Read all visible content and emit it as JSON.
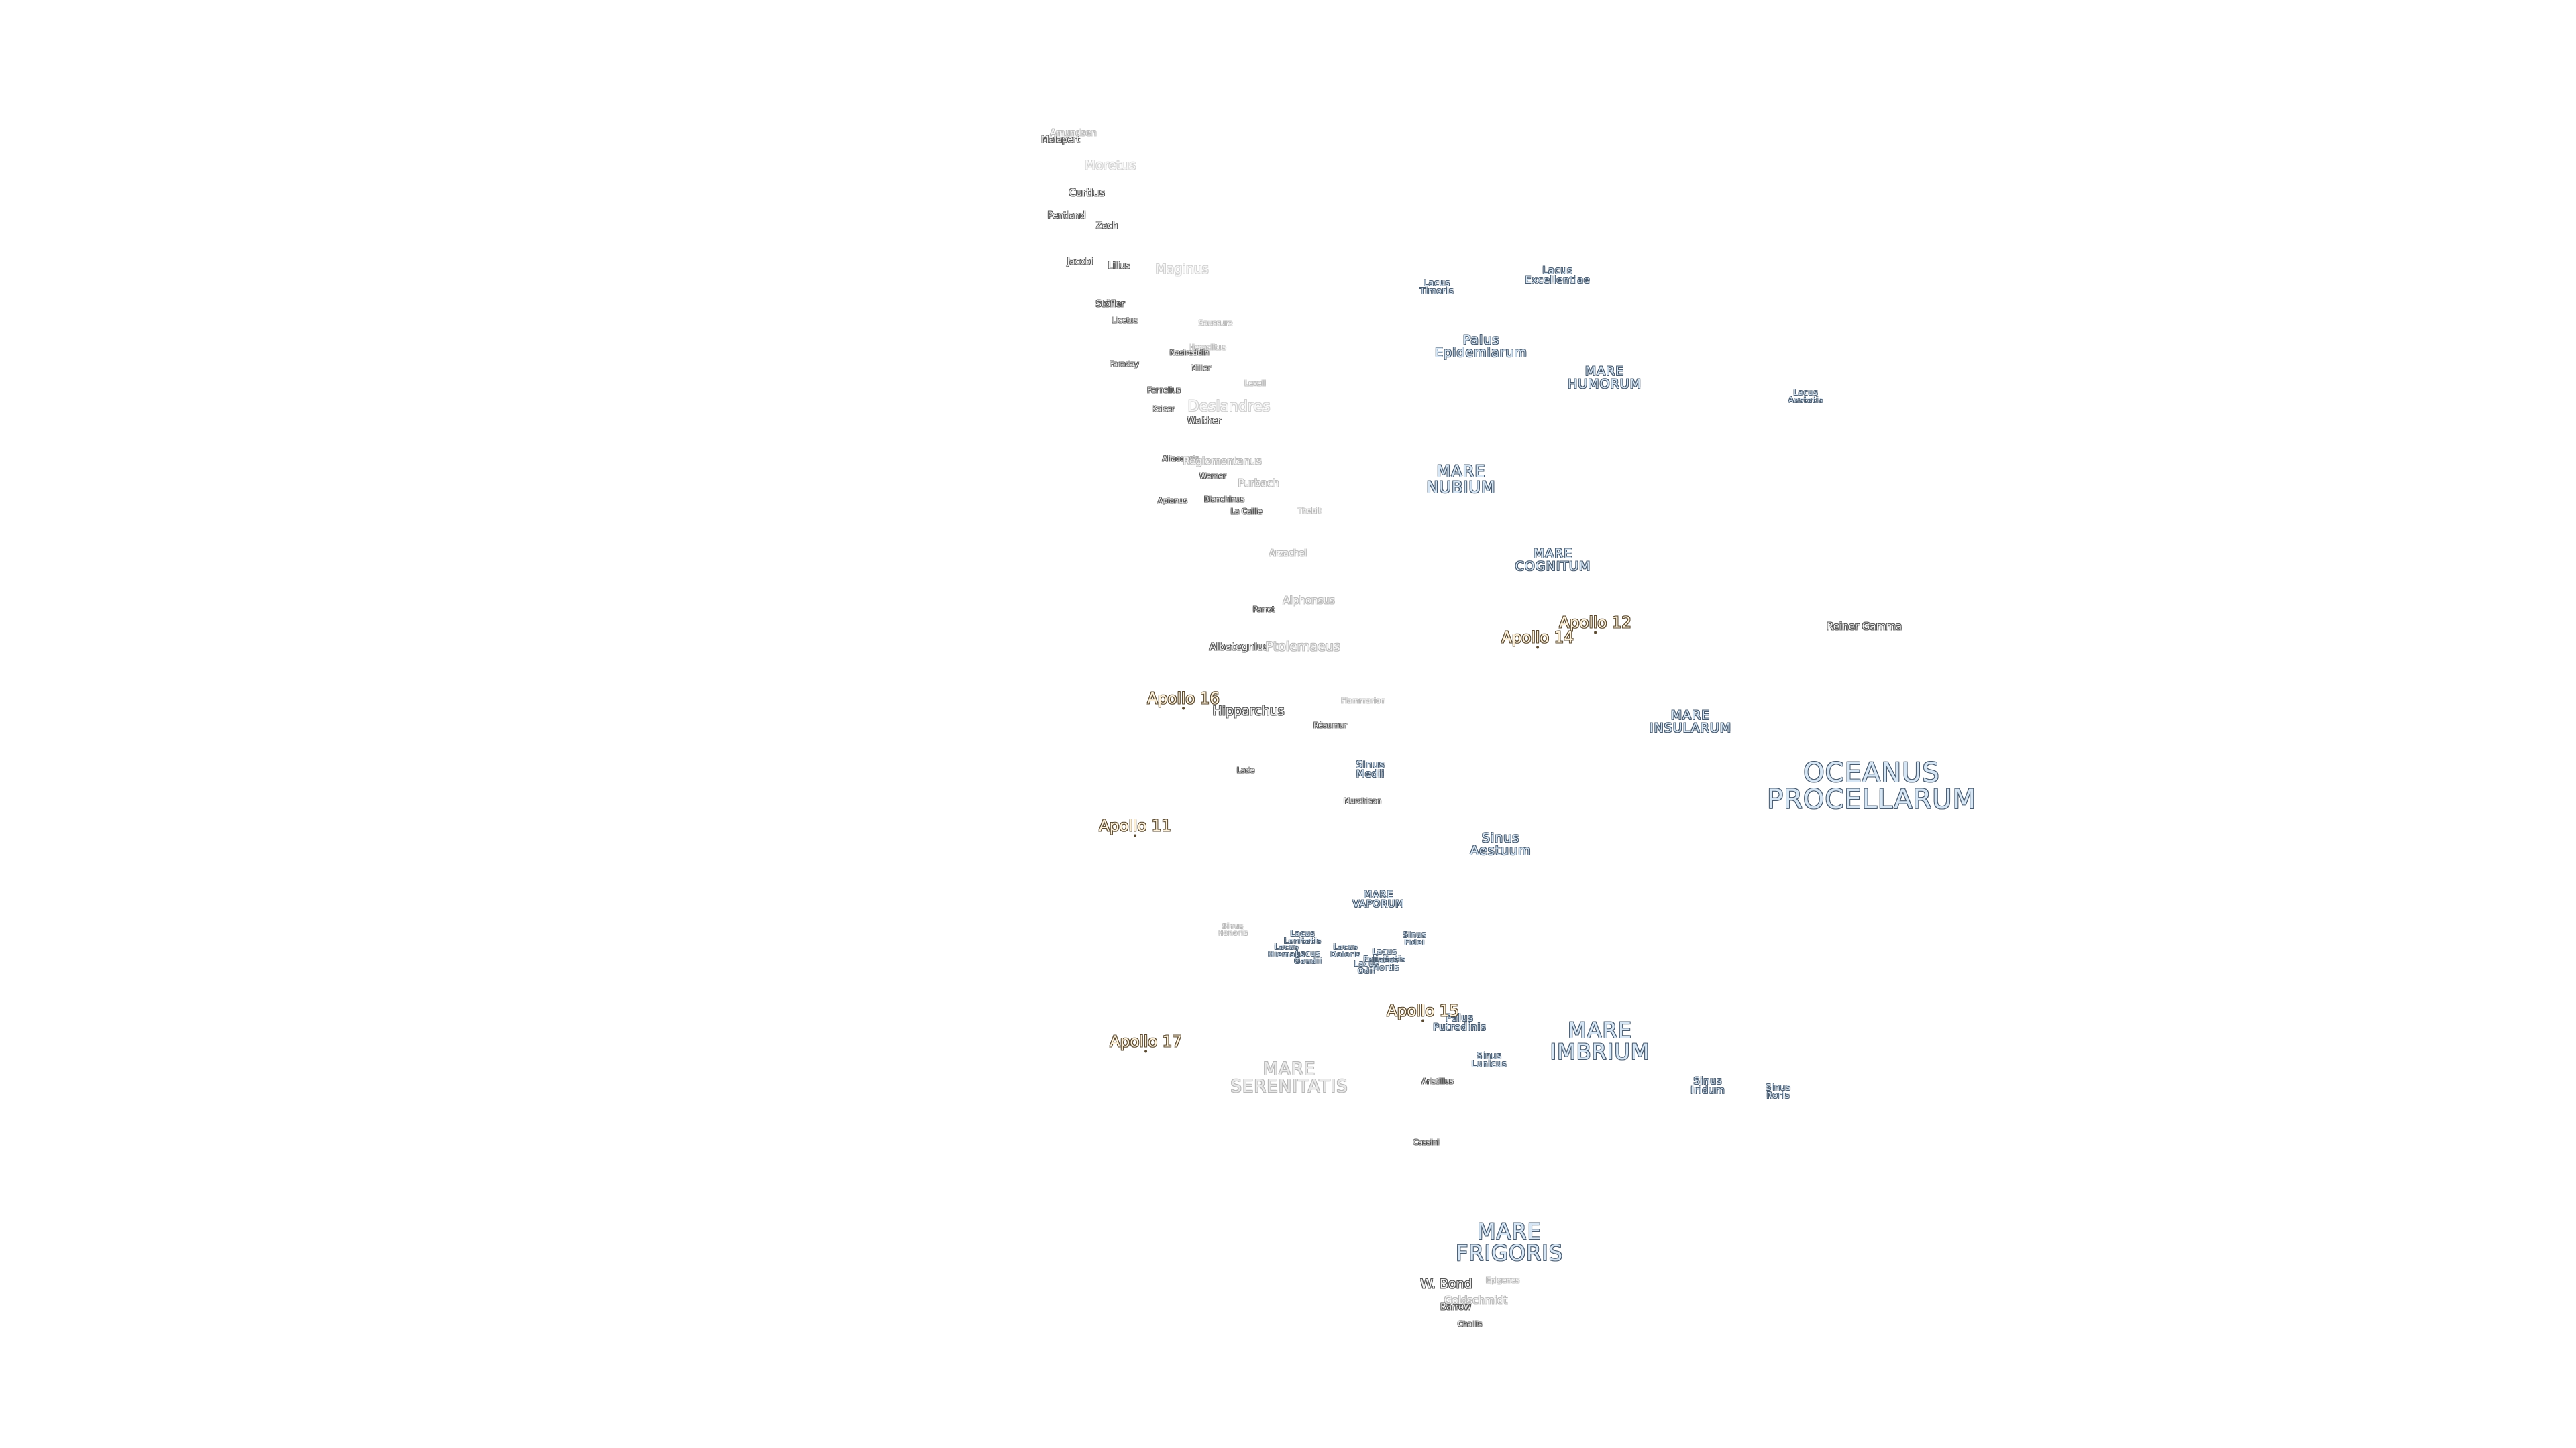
{
  "map_labels": {
    "maria": {
      "oceanus_procellarum": "OCEANUS\nPROCELLARUM",
      "mare_imbrium": "MARE\nIMBRIUM",
      "mare_frigoris": "MARE\nFRIGORIS",
      "mare_serenitatis": "MARE\nSERENITATIS",
      "mare_nubium": "MARE\nNUBIUM",
      "mare_humorum": "MARE\nHUMORUM",
      "mare_cognitum": "MARE\nCOGNITUM",
      "mare_insularum": "MARE\nINSULARUM",
      "mare_vaporum": "MARE\nVAPORUM",
      "palus_epidemiarum": "Palus\nEpidemiarum",
      "palus_putredinis": "Palus\nPutredinis",
      "sinus_medii": "Sinus\nMedii",
      "sinus_aestuum": "Sinus\nAestuum",
      "sinus_iridum": "Sinus\nIridum",
      "sinus_roris": "Sinus\nRoris",
      "sinus_lunicus": "Sinus\nLunicus",
      "sinus_fidei": "Sinus\nFidei",
      "sinus_honoris": "Sinus\nHonoris",
      "lacus_timoris": "Lacus\nTimoris",
      "lacus_excellentiae": "Lacus\nExcellentiae",
      "lacus_aestatis": "Lacus\nAestatis",
      "lacus_lenitatis": "Lacus\nLenitatis",
      "lacus_doloris": "Lacus\nDoloris",
      "lacus_gaudii": "Lacus\nGaudii",
      "lacus_hiemalis": "Lacus\nHiemalis",
      "lacus_odii": "Lacus\nOdii",
      "lacus_felicitatis": "Lacus\nFelicitatis",
      "lacus_mortis_fragment": "Lacus\nMortis"
    },
    "apollo": {
      "a11": "Apollo 11",
      "a12": "Apollo 12",
      "a14": "Apollo 14",
      "a15": "Apollo 15",
      "a16": "Apollo 16",
      "a17": "Apollo 17"
    },
    "craters": {
      "malapert": "Malapert",
      "amundsen": "Amundsen",
      "moretus": "Moretus",
      "curtius": "Curtius",
      "pentland": "Pentland",
      "zach": "Zach",
      "jacobi": "Jacobi",
      "lilius": "Lilius",
      "maginus": "Maginus",
      "stoefler": "Stöfler",
      "licetus": "Licetus",
      "faraday": "Faraday",
      "saussure": "Saussure",
      "heraclitus": "Heraclitus",
      "nasireddin": "Nasireddin",
      "miller": "Miller",
      "lexell": "Lexell",
      "fernelius": "Fernelius",
      "kaiser": "Kaiser",
      "walther": "Walther",
      "deslandres": "Deslandres",
      "albategnius_left": "Aliacensis",
      "regiomontanus": "Regiomontanus",
      "werner": "Werner",
      "purbach": "Purbach",
      "apianus": "Apianus",
      "blanchinus": "Blanchinus",
      "la_caille": "La Caille",
      "thebit": "Thebit",
      "arzachel": "Arzachel",
      "alphonsus": "Alphonsus",
      "parrot": "Parrot",
      "albategnius": "Albategnius",
      "ptolemaeus": "Ptolemaeus",
      "hipparchus": "Hipparchus",
      "flammarion": "Flammarion",
      "reaumur": "Réaumur",
      "lade": "Lade",
      "murchison": "Murchison",
      "aristillus": "Aristillus",
      "cassini": "Cassini",
      "w_bond": "W. Bond",
      "epigenes": "Epigenes",
      "goldschmidt": "Goldschmidt",
      "barrow": "Barrow",
      "challis": "Challis",
      "reiner_gamma": "Reiner Gamma"
    }
  }
}
